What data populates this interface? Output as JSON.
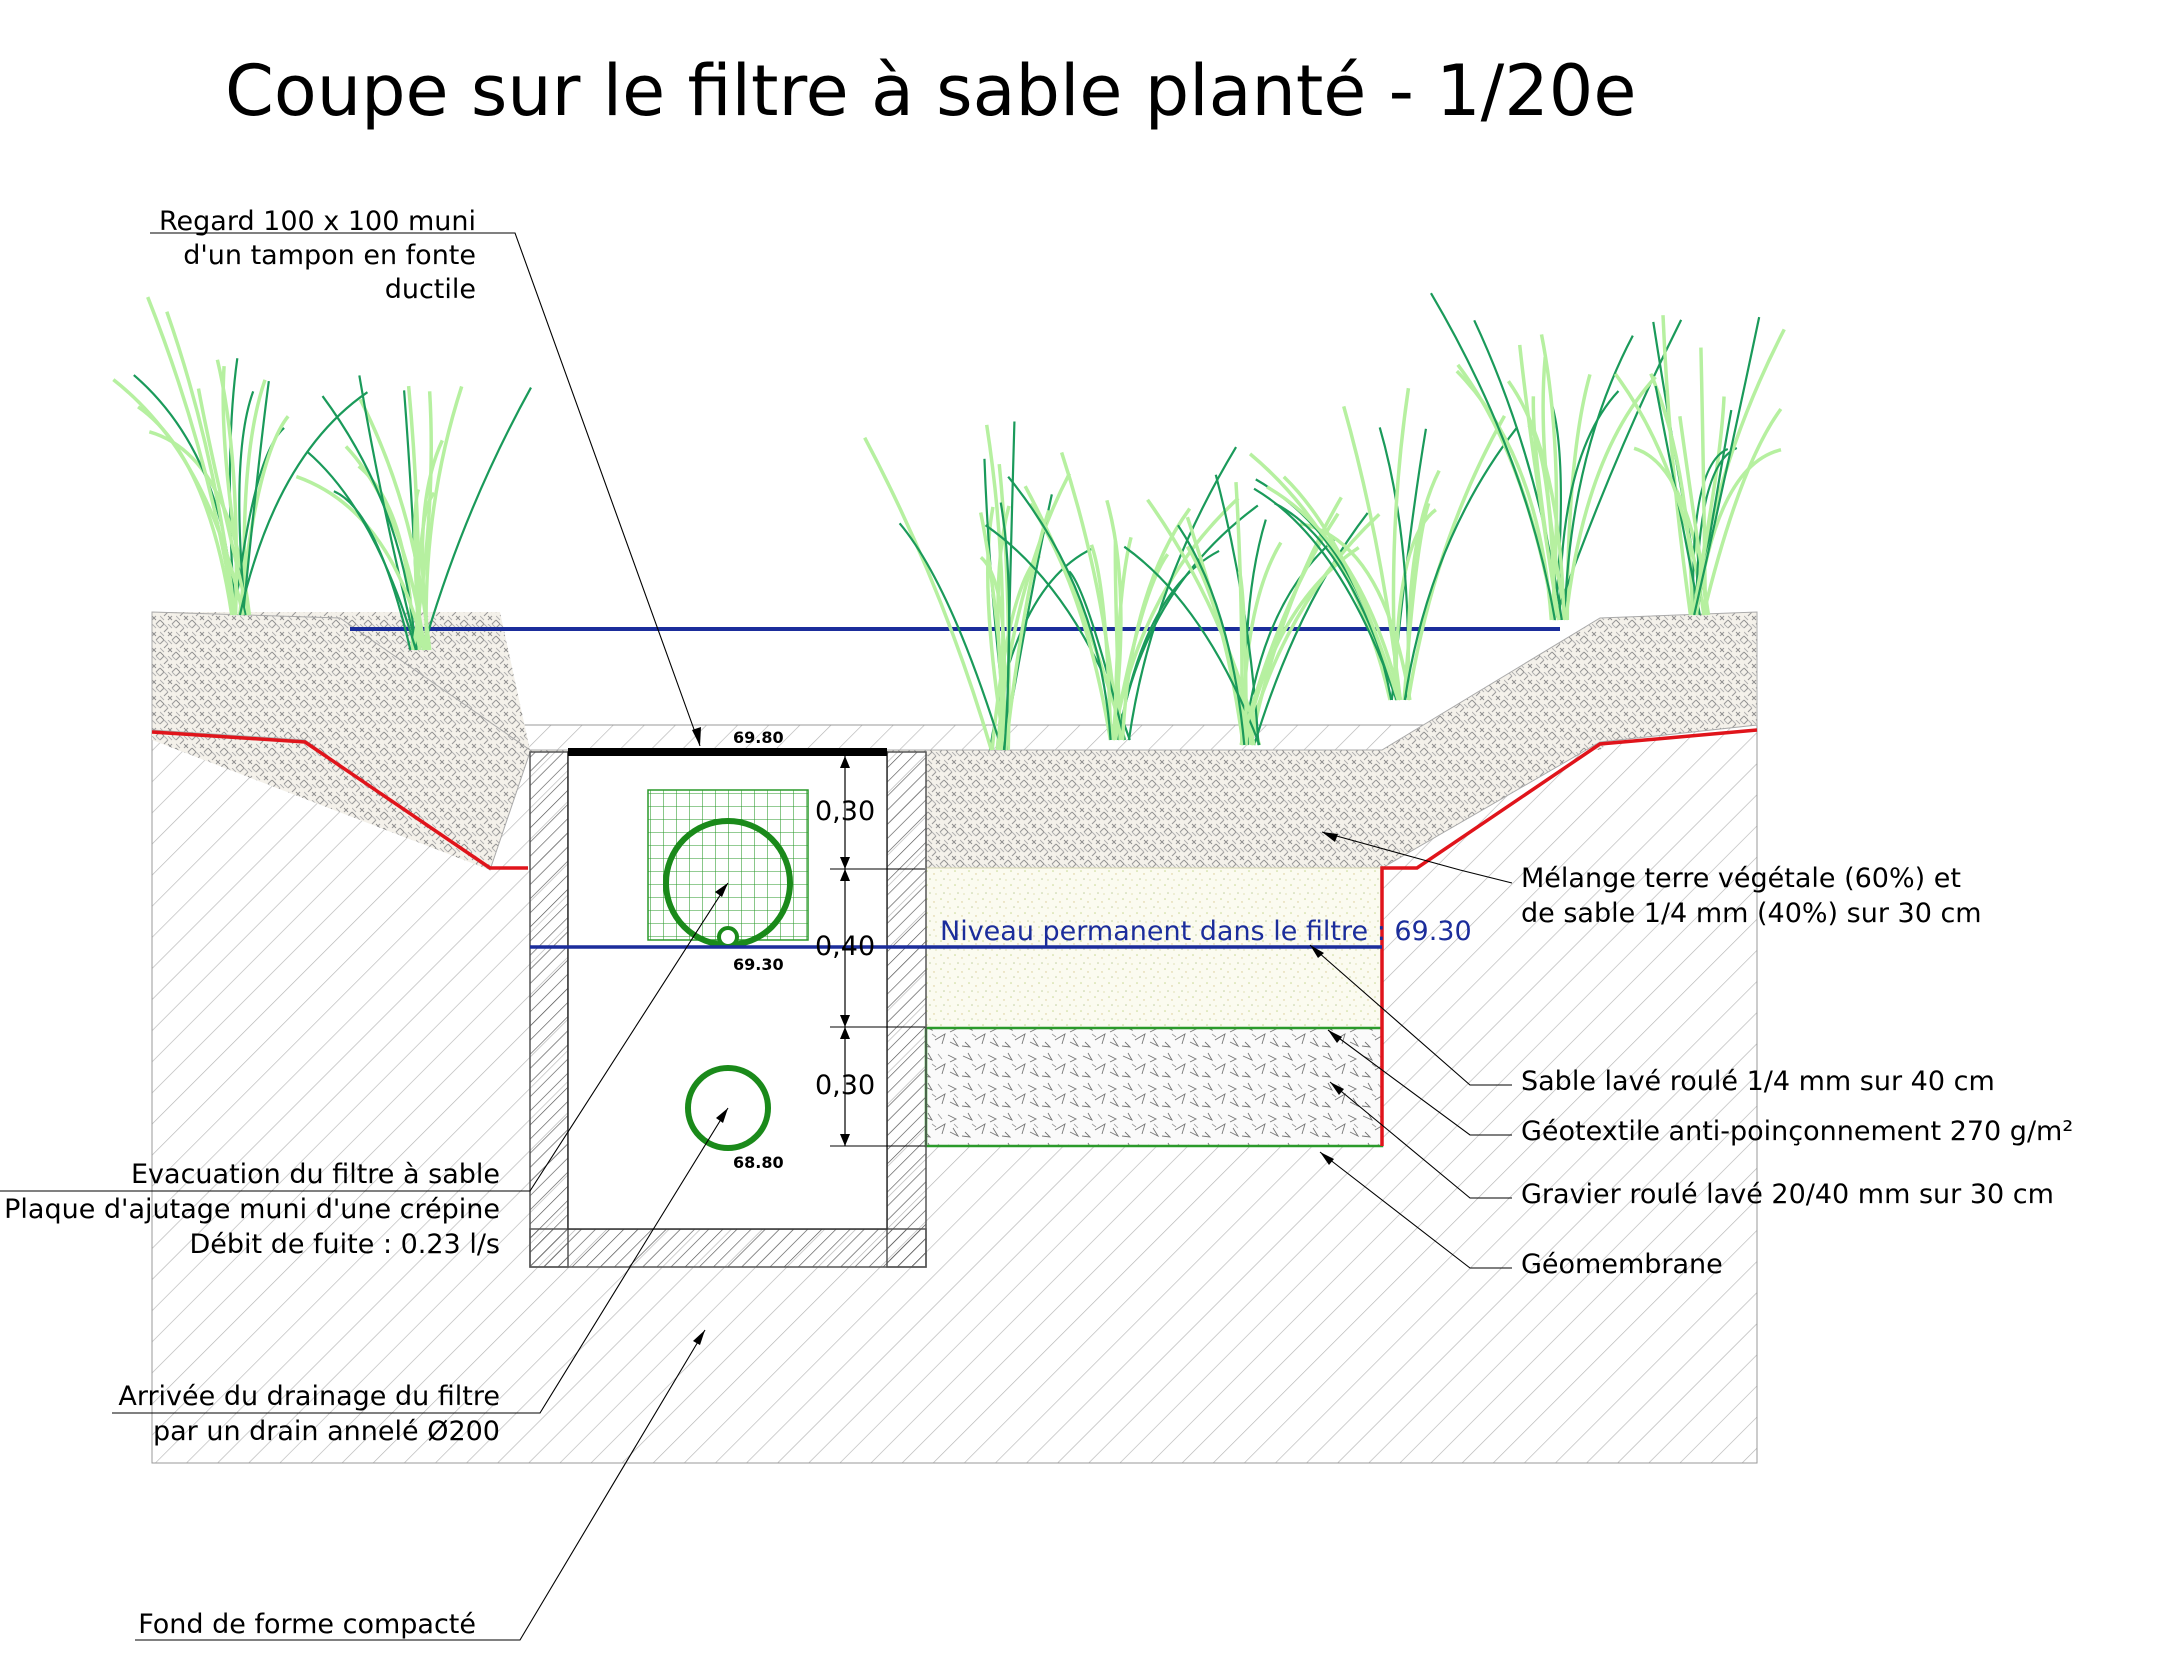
{
  "title": "Coupe  sur le filtre à sable planté - 1/20e",
  "labels": {
    "regard": [
      "Regard 100 x 100 muni",
      "d'un tampon en fonte",
      "ductile"
    ],
    "evacuation": [
      "Evacuation du filtre à sable",
      "Plaque d'ajutage muni d'une crépine",
      "Débit de fuite : 0.23 l/s"
    ],
    "arrivee": [
      "Arrivée du drainage du filtre",
      "par un drain annelé Ø200"
    ],
    "fond": "Fond de forme compacté",
    "melange": [
      "Mélange terre végétale (60%) et",
      "de sable 1/4 mm (40%) sur 30 cm"
    ],
    "sable": "Sable lavé roulé 1/4 mm sur 40 cm",
    "geotextile": "Géotextile anti-poinçonnement 270 g/m²",
    "gravier": "Gravier roulé lavé 20/40 mm sur 30 cm",
    "geomembrane": "Géomembrane"
  },
  "levels": {
    "top": "69.80",
    "middle": "69.30",
    "bottom": "68.80",
    "permanent_label": "Niveau permanent dans le filtre : 69.30"
  },
  "dimensions": {
    "d1": "0,30",
    "d2": "0,40",
    "d3": "0,30"
  },
  "colors": {
    "water_line": "#1b2d9b",
    "geomembrane": "#e0141b",
    "pipe": "#1a8a1a",
    "grid": "#2a9a2a",
    "plant_light": "#b6f0a0",
    "plant_dark": "#1a9a5a"
  }
}
